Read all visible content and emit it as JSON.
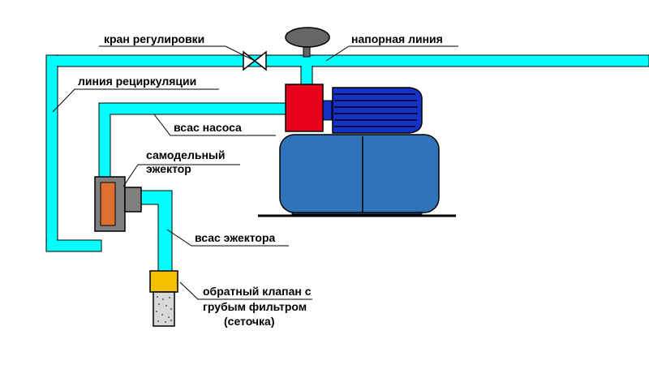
{
  "labels": {
    "regulating_valve": "кран регулировки",
    "pressure_line": "напорная линия",
    "recirculation_line": "линия рециркуляции",
    "pump_suction": "всас насоса",
    "ejector_line1": "самодельный",
    "ejector_line2": "эжектор",
    "ejector_suction": "всас эжектора",
    "check_valve_line1": "обратный клапан с",
    "check_valve_line2": "грубым фильтром",
    "check_valve_line3": "(сеточка)"
  },
  "colors": {
    "pipe_fill": "#00ffff",
    "outline": "#000000",
    "tank_fill": "#2f74b8",
    "motor_fill": "#1432c8",
    "pump_head": "#e8001a",
    "pressure_switch": "#666666",
    "ejector_body": "#808080",
    "ejector_core": "#e07030",
    "check_valve": "#f2c000",
    "filter": "#d8d8d8"
  }
}
